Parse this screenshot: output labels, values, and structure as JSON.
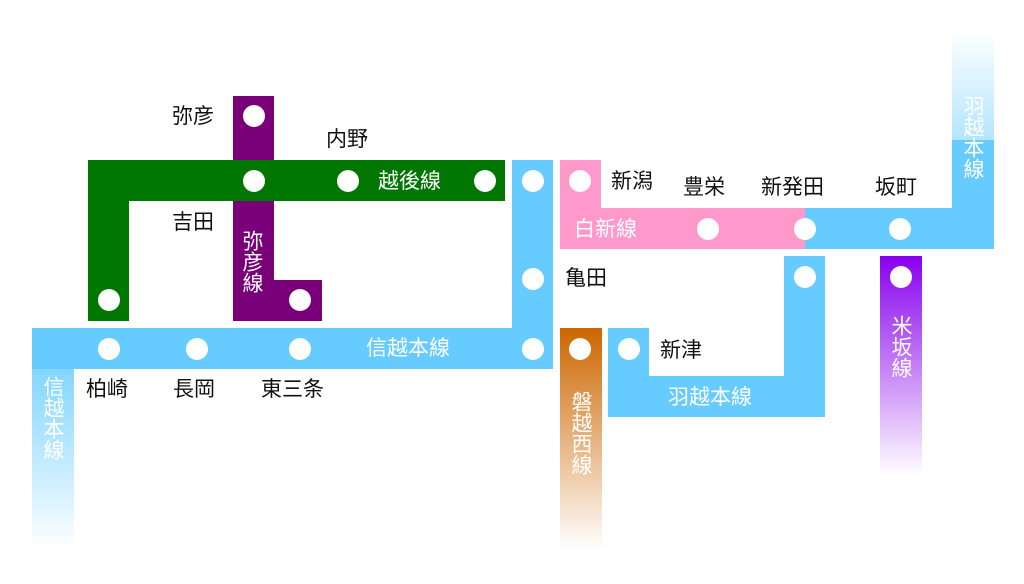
{
  "colors": {
    "shinetsu": "#66ccff",
    "uetsu": "#66ccff",
    "echigo": "#007700",
    "yahiko": "#7a007a",
    "hakushin": "#ff99cc",
    "banetsu_west": "#cc6600",
    "yonesaka": "#8800ee",
    "station": "#ffffff"
  },
  "lines": {
    "shinetsu_main": "信越本線",
    "shinetsu_main_vertical": "信越本線",
    "echigo": "越後線",
    "yahiko": "弥彦線",
    "hakushin": "白新線",
    "uetsu_main": "羽越本線",
    "uetsu_main_vertical": "羽越本線",
    "banetsu_west": "磐越西線",
    "yonesaka": "米坂線"
  },
  "stations": {
    "yahiko": "弥彦",
    "uchino": "内野",
    "yoshida": "吉田",
    "kashiwazaki": "柏崎",
    "nagaoka": "長岡",
    "higashi_sanjo": "東三条",
    "kameda": "亀田",
    "niigata": "新潟",
    "toyosaka": "豊栄",
    "shibata": "新発田",
    "sakamachi": "坂町",
    "niitsu": "新津"
  }
}
